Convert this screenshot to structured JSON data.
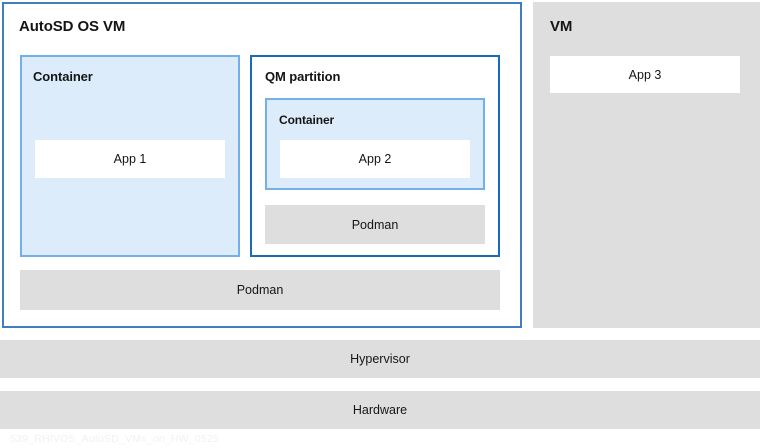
{
  "diagram": {
    "watermark": "539_RHIVOS_AutoSD_VMs_on_HW_0525",
    "colors": {
      "vm_border": "#3f7fc1",
      "container_border": "#73afe8",
      "container_fill": "#ddecfb",
      "qm_border": "#1a6bb5",
      "gray": "#dedede",
      "white": "#ffffff",
      "text": "#151515",
      "watermark_text": "#f1f1f1"
    },
    "autosd_vm": {
      "title": "AutoSD OS VM",
      "container": {
        "title": "Container",
        "app": "App 1"
      },
      "qm_partition": {
        "title": "QM partition",
        "container": {
          "title": "Container",
          "app": "App 2"
        },
        "podman": "Podman"
      },
      "podman": "Podman"
    },
    "vm": {
      "title": "VM",
      "app": "App 3"
    },
    "layers": [
      {
        "label": "Hypervisor"
      },
      {
        "label": "Hardware"
      }
    ]
  }
}
